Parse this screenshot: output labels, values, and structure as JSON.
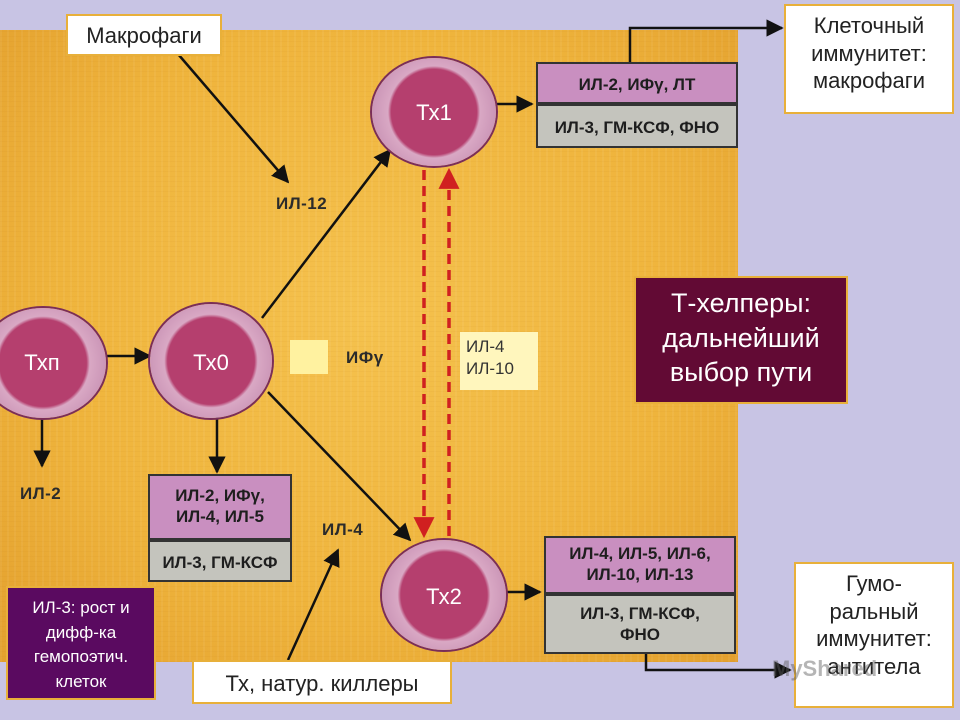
{
  "cells": {
    "thp": "Тхп",
    "th0": "Тх0",
    "th1": "Тх1",
    "th2": "Тх2"
  },
  "boxes": {
    "macrophages": "Макрофаги",
    "cellular_immunity": [
      "Клеточный",
      "иммунитет:",
      "макрофаги"
    ],
    "humoral_immunity": [
      "Гумо-",
      "ральный",
      "иммунитет:",
      "антитела"
    ],
    "th_nk": "Тх, натур. киллеры"
  },
  "labels": {
    "il12": "ИЛ-12",
    "ifg": "ИФγ",
    "il4_arrow": "ИЛ-4",
    "il2_thp": "ИЛ-2",
    "il4_il10": [
      "ИЛ-4",
      "ИЛ-10"
    ]
  },
  "cytokines": {
    "th1_top": "ИЛ-2, ИФγ, ЛТ",
    "th1_bottom": "ИЛ-3, ГМ-КСФ, ФНО",
    "th0_top": [
      "ИЛ-2, ИФγ,",
      "ИЛ-4, ИЛ-5"
    ],
    "th0_bottom": "ИЛ-3, ГМ-КСФ",
    "th2_top": [
      "ИЛ-4, ИЛ-5, ИЛ-6,",
      "ИЛ-10, ИЛ-13"
    ],
    "th2_bottom": [
      "ИЛ-3, ГМ-КСФ,",
      "ФНО"
    ]
  },
  "callouts": {
    "t_helpers": [
      "Т-хелперы:",
      "дальнейший",
      "выбор пути"
    ],
    "il3": [
      "ИЛ-3: рост и",
      "дифф-ка",
      "гемопоэтич.",
      "клеток"
    ]
  },
  "watermark": "MyShared",
  "colors": {
    "background": "#c8c4e4",
    "panel": "#f0b43c",
    "cell": "#b53f6e",
    "maroon": "#620a34",
    "purple_callout": "#5a0a60",
    "dashed_arrow": "#d02020"
  }
}
